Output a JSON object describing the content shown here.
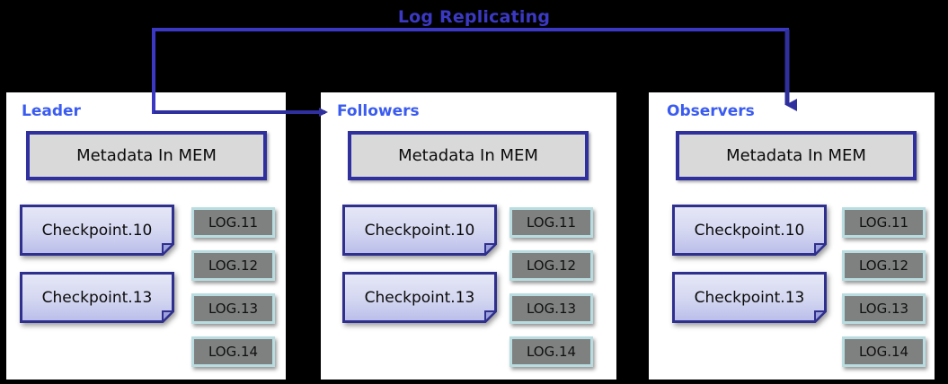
{
  "diagram": {
    "title": "Log Replicating",
    "accent_color": "#3b39c4",
    "panel_title_color": "#3a5bf0",
    "meta_border_color": "#2f2f9e",
    "meta_fill_color": "#d9d9d9",
    "log_fill_color": "#7f8080",
    "log_border_color": "#b9dce0",
    "background_color": "#000000",
    "panel_background_color": "#ffffff"
  },
  "panels": [
    {
      "id": "leader",
      "title": "Leader",
      "metadata_label": "Metadata In MEM",
      "checkpoints": [
        "Checkpoint.10",
        "Checkpoint.13"
      ],
      "logs": [
        "LOG.11",
        "LOG.12",
        "LOG.13",
        "LOG.14"
      ]
    },
    {
      "id": "followers",
      "title": "Followers",
      "metadata_label": "Metadata In MEM",
      "checkpoints": [
        "Checkpoint.10",
        "Checkpoint.13"
      ],
      "logs": [
        "LOG.11",
        "LOG.12",
        "LOG.13",
        "LOG.14"
      ]
    },
    {
      "id": "observers",
      "title": "Observers",
      "metadata_label": "Metadata In MEM",
      "checkpoints": [
        "Checkpoint.10",
        "Checkpoint.13"
      ],
      "logs": [
        "LOG.11",
        "LOG.12",
        "LOG.13",
        "LOG.14"
      ]
    }
  ],
  "connectors": [
    {
      "id": "leader-to-followers",
      "from": "leader",
      "to": "followers",
      "direction": "right"
    },
    {
      "id": "leader-to-observers",
      "from": "leader",
      "to": "observers",
      "direction": "down"
    }
  ]
}
